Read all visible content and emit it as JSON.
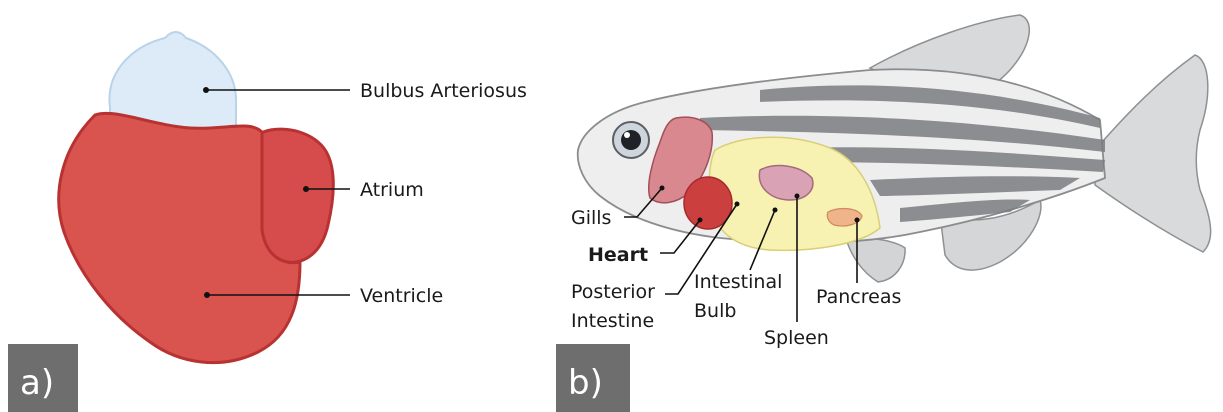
{
  "panel_a": {
    "tag": "a)",
    "labels": {
      "bulbus": "Bulbus Arteriosus",
      "atrium": "Atrium",
      "ventricle": "Ventricle"
    }
  },
  "panel_b": {
    "tag": "b)",
    "labels": {
      "gills": "Gills",
      "heart": "Heart",
      "posterior_line1": "Posterior",
      "posterior_line2": "Intestine",
      "intestinal_line1": "Intestinal",
      "intestinal_line2": "Bulb",
      "spleen": "Spleen",
      "pancreas": "Pancreas"
    }
  },
  "colors": {
    "heart_red": "#d9534f",
    "heart_edge": "#b83232",
    "bulbus_fill": "#dcebf7",
    "tag_bg": "#6e6e6e",
    "intestine_yellow": "#f7f1b2",
    "spleen_pink": "#d9a3b5",
    "pancreas_orange": "#f0b48a",
    "stripe_gray": "#7a7d80"
  }
}
